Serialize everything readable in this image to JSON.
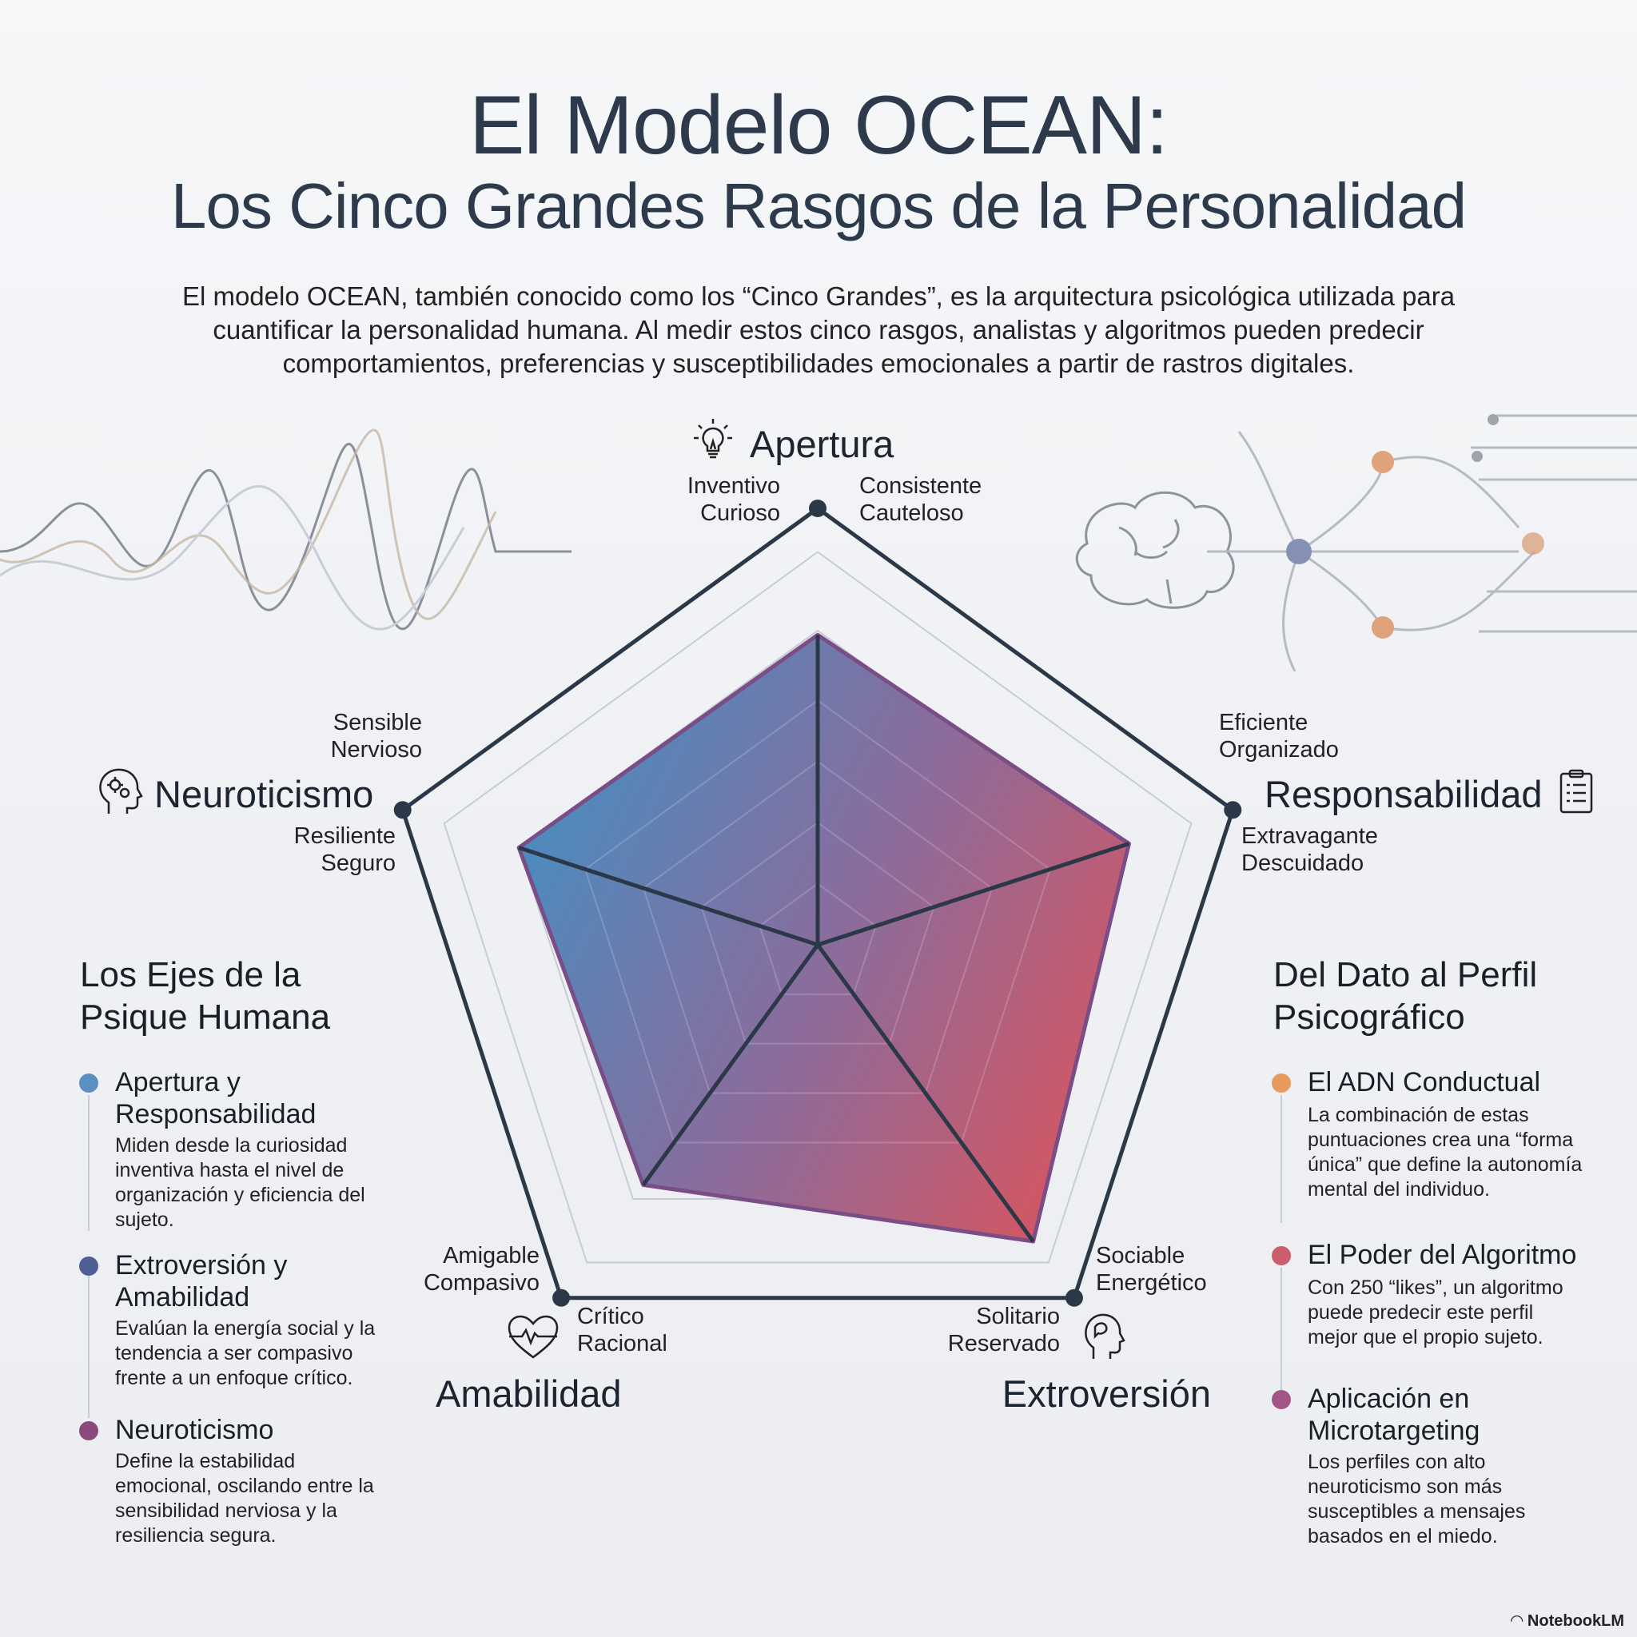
{
  "header": {
    "title": "El Modelo OCEAN:",
    "subtitle": "Los Cinco Grandes Rasgos de la Personalidad",
    "intro": "El modelo OCEAN, también conocido como los “Cinco Grandes”, es la arquitectura psicológica utilizada para cuantificar la personalidad humana. Al medir estos cinco rasgos, analistas y algoritmos pueden predecir comportamientos, preferencias y susceptibilidades emocionales a partir de rastros digitales."
  },
  "axes": {
    "apertura": {
      "name": "Apertura",
      "high": [
        "Inventivo",
        "Curioso"
      ],
      "low": [
        "Consistente",
        "Cauteloso"
      ],
      "icon": "lightbulb-icon"
    },
    "responsabilidad": {
      "name": "Responsabilidad",
      "high": [
        "Eficiente",
        "Organizado"
      ],
      "low": [
        "Extravagante",
        "Descuidado"
      ],
      "icon": "clipboard-icon"
    },
    "extroversion": {
      "name": "Extroversión",
      "high": [
        "Sociable",
        "Energético"
      ],
      "low": [
        "Solitario",
        "Reservado"
      ],
      "icon": "head-speech-icon"
    },
    "amabilidad": {
      "name": "Amabilidad",
      "high": [
        "Amigable",
        "Compasivo"
      ],
      "low": [
        "Crítico",
        "Racional"
      ],
      "icon": "heart-pulse-icon"
    },
    "neuroticismo": {
      "name": "Neuroticismo",
      "high": [
        "Sensible",
        "Nervioso"
      ],
      "low": [
        "Resiliente",
        "Seguro"
      ],
      "icon": "head-gears-icon"
    }
  },
  "left": {
    "title": [
      "Los Ejes de la",
      "Psique Humana"
    ],
    "items": [
      {
        "title": [
          "Apertura y",
          "Responsabilidad"
        ],
        "body": [
          "Miden desde la curiosidad",
          "inventiva hasta el nivel de",
          "organización y eficiencia del",
          "sujeto."
        ],
        "color": "#5b8fc0"
      },
      {
        "title": [
          "Extroversión y",
          "Amabilidad"
        ],
        "body": [
          "Evalúan la energía social y la",
          "tendencia a ser compasivo",
          "frente a un enfoque crítico."
        ],
        "color": "#4d5f94"
      },
      {
        "title": [
          "Neuroticismo"
        ],
        "body": [
          "Define la estabilidad",
          "emocional, oscilando entre la",
          "sensibilidad nerviosa y la",
          "resiliencia segura."
        ],
        "color": "#8a4b7c"
      }
    ]
  },
  "right": {
    "title": [
      "Del Dato al Perfil",
      "Psicográfico"
    ],
    "items": [
      {
        "title": [
          "El ADN Conductual"
        ],
        "body": [
          "La combinación de estas",
          "puntuaciones crea una “forma",
          "única” que define la autonomía",
          "mental del individuo."
        ],
        "color": "#e89a5a"
      },
      {
        "title": [
          "El Poder del Algoritmo"
        ],
        "body": [
          "Con 250 “likes”, un algoritmo",
          "puede predecir este perfil",
          "mejor que el propio sujeto."
        ],
        "color": "#cc5d6a"
      },
      {
        "title": [
          "Aplicación en",
          "Microtargeting"
        ],
        "body": [
          "Los perfiles con alto",
          "neuroticismo son más",
          "susceptibles a mensajes",
          "basados en el miedo."
        ],
        "color": "#a25688"
      }
    ]
  },
  "footer": {
    "logo": "NotebookLM"
  },
  "chart_data": {
    "type": "radar",
    "categories": [
      "Apertura",
      "Responsabilidad",
      "Extroversión",
      "Amabilidad",
      "Neuroticismo"
    ],
    "values": [
      0.71,
      0.75,
      0.84,
      0.68,
      0.72
    ],
    "range": [
      0,
      1
    ],
    "grid_levels": 5,
    "colors": {
      "start": "#4a8cbf",
      "end": "#d9555f",
      "outline": "#2b3848"
    }
  }
}
